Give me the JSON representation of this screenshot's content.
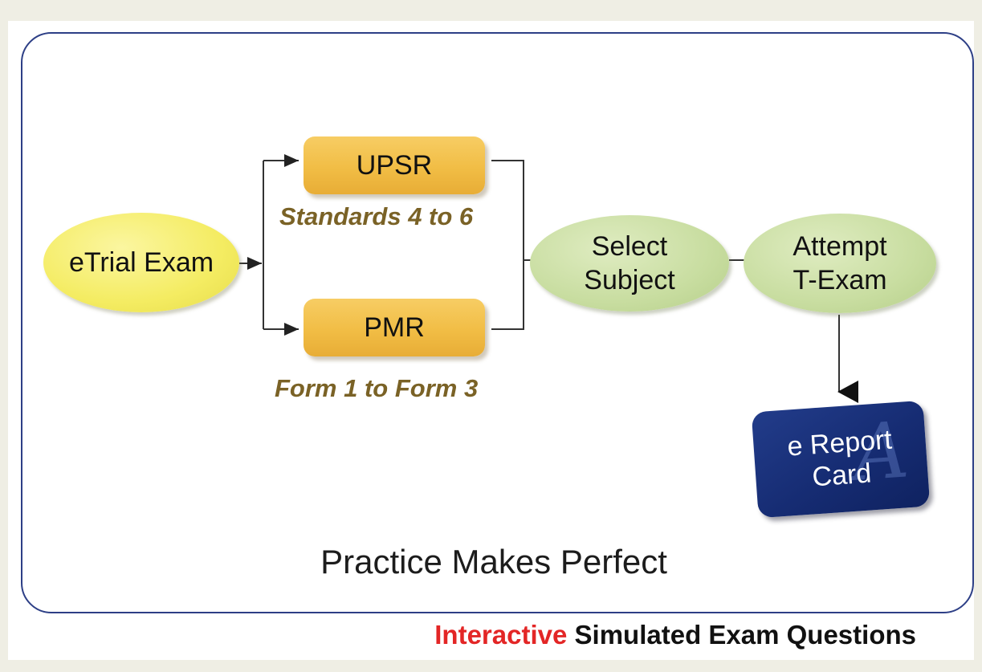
{
  "diagram": {
    "start": {
      "label": "eTrial Exam"
    },
    "branches": [
      {
        "label": "UPSR",
        "caption": "Standards 4 to 6"
      },
      {
        "label": "PMR",
        "caption": "Form 1 to Form 3"
      }
    ],
    "select": {
      "line1": "Select",
      "line2": "Subject"
    },
    "attempt": {
      "line1": "Attempt",
      "line2": "T-Exam"
    },
    "report": {
      "line1": "e Report",
      "line2": "Card"
    },
    "tagline": "Practice Makes Perfect"
  },
  "footer": {
    "accent_text": "Interactive",
    "rest_text": "Simulated Exam Questions"
  },
  "colors": {
    "panel_border": "#2d3f86",
    "start_node": "#f4ec62",
    "branch_node": "#f1bd45",
    "green_node": "#c8dda0",
    "report_card": "#162c73",
    "caption_text": "#7a6226",
    "footer_accent": "#e32626"
  }
}
